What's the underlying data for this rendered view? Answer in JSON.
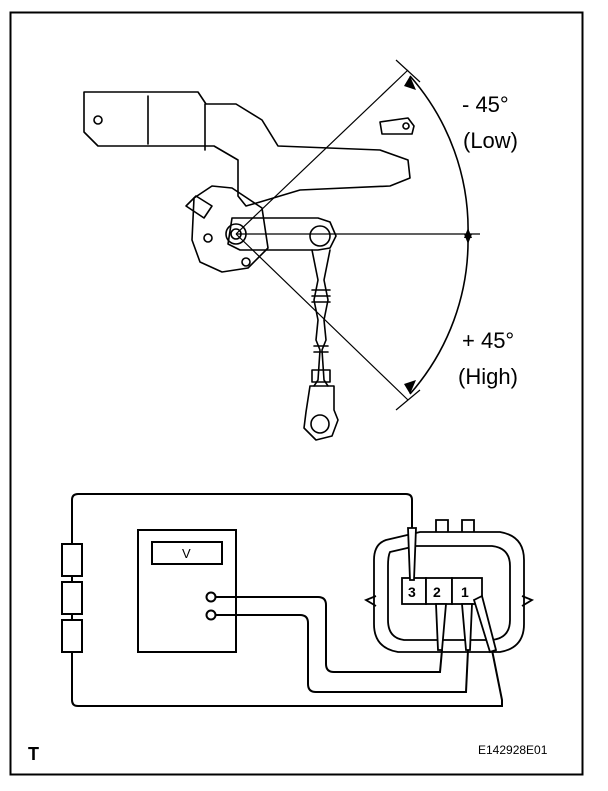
{
  "angles": {
    "low_angle": "- 45°",
    "low_label": "(Low)",
    "high_angle": "+ 45°",
    "high_label": "(High)"
  },
  "voltmeter": {
    "label": "V"
  },
  "connector": {
    "pins": [
      "3",
      "2",
      "1"
    ]
  },
  "footer": {
    "corner_mark": "T",
    "figure_code": "E142928E01"
  }
}
